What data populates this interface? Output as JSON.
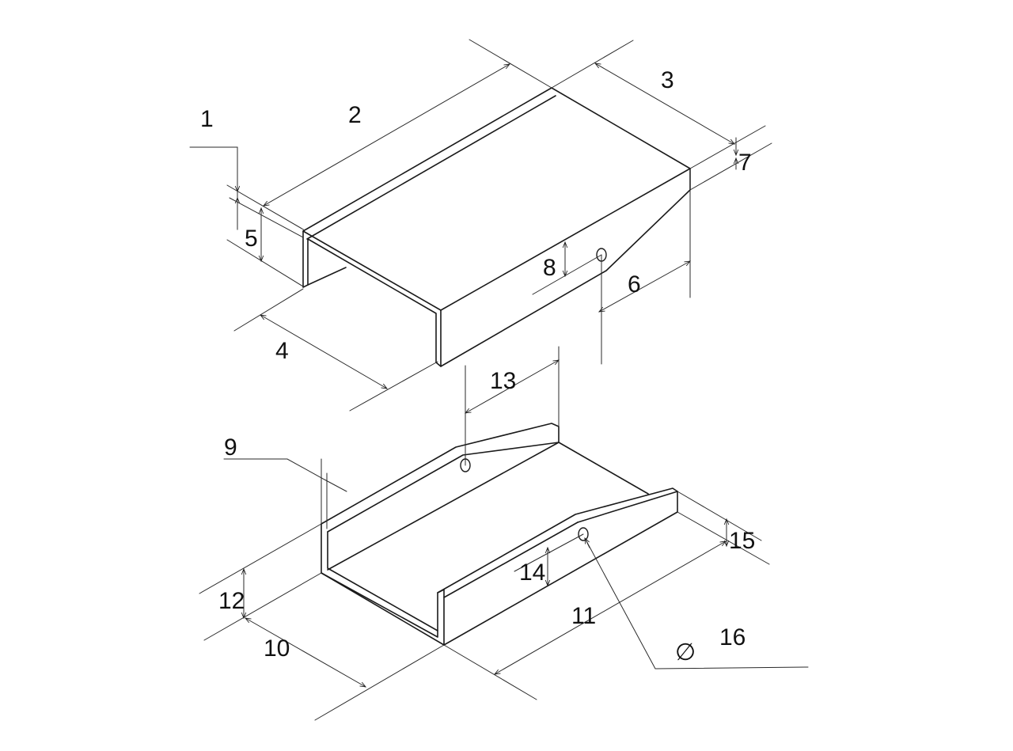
{
  "labels": {
    "l1": "1",
    "l2": "2",
    "l3": "3",
    "l4": "4",
    "l5": "5",
    "l6": "6",
    "l7": "7",
    "l8": "8",
    "l9": "9",
    "l10": "10",
    "l11": "11",
    "l12": "12",
    "l13": "13",
    "l14": "14",
    "l15": "15",
    "l16": "16",
    "diameter_symbol": "∅"
  },
  "colors": {
    "line": "#1a1a1a",
    "background": "#ffffff"
  }
}
